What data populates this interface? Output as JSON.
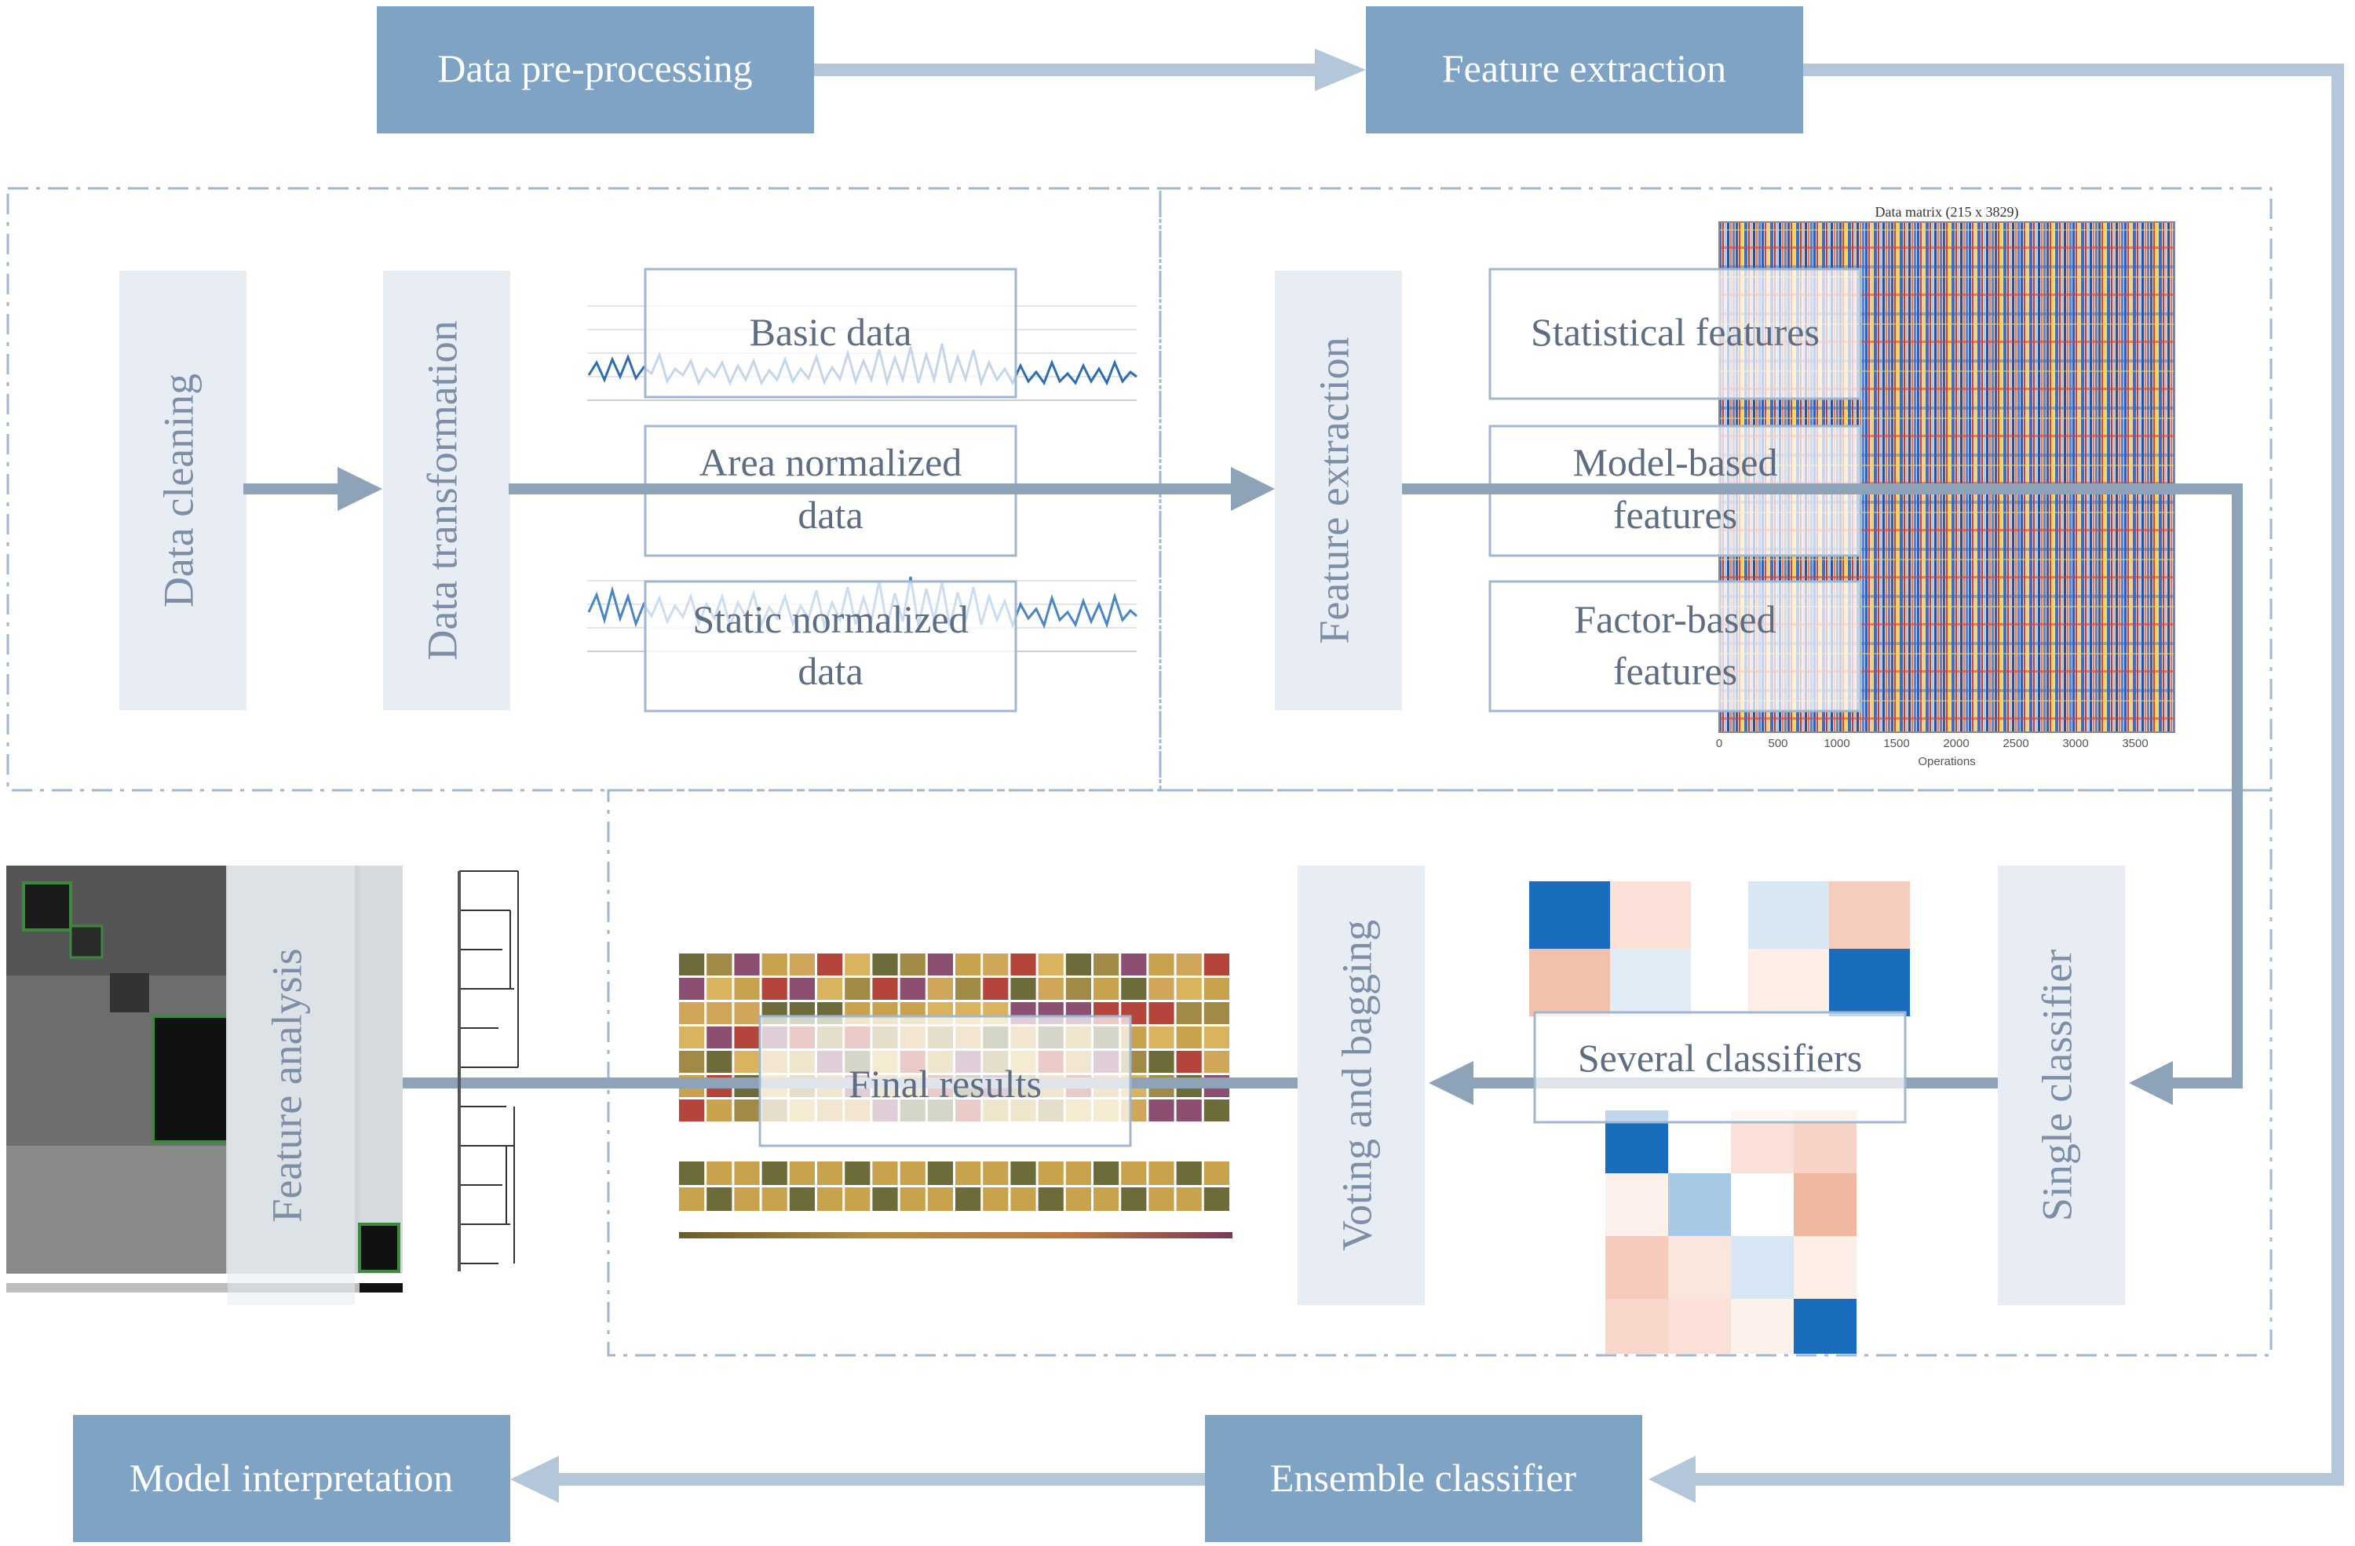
{
  "headers": {
    "data_preprocessing": "Data pre-processing",
    "feature_extraction": "Feature extraction",
    "model_interpretation": "Model interpretation",
    "ensemble_classifier": "Ensemble classifier"
  },
  "steps": {
    "data_cleaning": "Data cleaning",
    "data_transformation": "Data transformation",
    "feature_extraction": "Feature extraction",
    "single_classifier": "Single classifier",
    "voting_and_bagging": "Voting and bagging",
    "feature_analysis": "Feature analysis"
  },
  "data_types": {
    "basic_data": "Basic data",
    "area_normalized_1": "Area normalized",
    "area_normalized_2": "data",
    "static_normalized_1": "Static normalized",
    "static_normalized_2": "data"
  },
  "features": {
    "statistical": "Statistical features",
    "model_based_1": "Model-based",
    "model_based_2": "features",
    "factor_based_1": "Factor-based",
    "factor_based_2": "features"
  },
  "classifiers": {
    "several_classifiers": "Several classifiers",
    "final_results": "Final results"
  },
  "heatmap": {
    "title": "Data matrix (215 x 3829)",
    "xlabel": "Operations",
    "xticks": [
      "0",
      "500",
      "1000",
      "1500",
      "2000",
      "2500",
      "3000",
      "3500"
    ]
  },
  "colors": {
    "header_fill": "#7ea3c4",
    "step_fill": "#e8ecf3",
    "arrow": "#8ea3b8",
    "dash_border": "#9fb8d0"
  }
}
